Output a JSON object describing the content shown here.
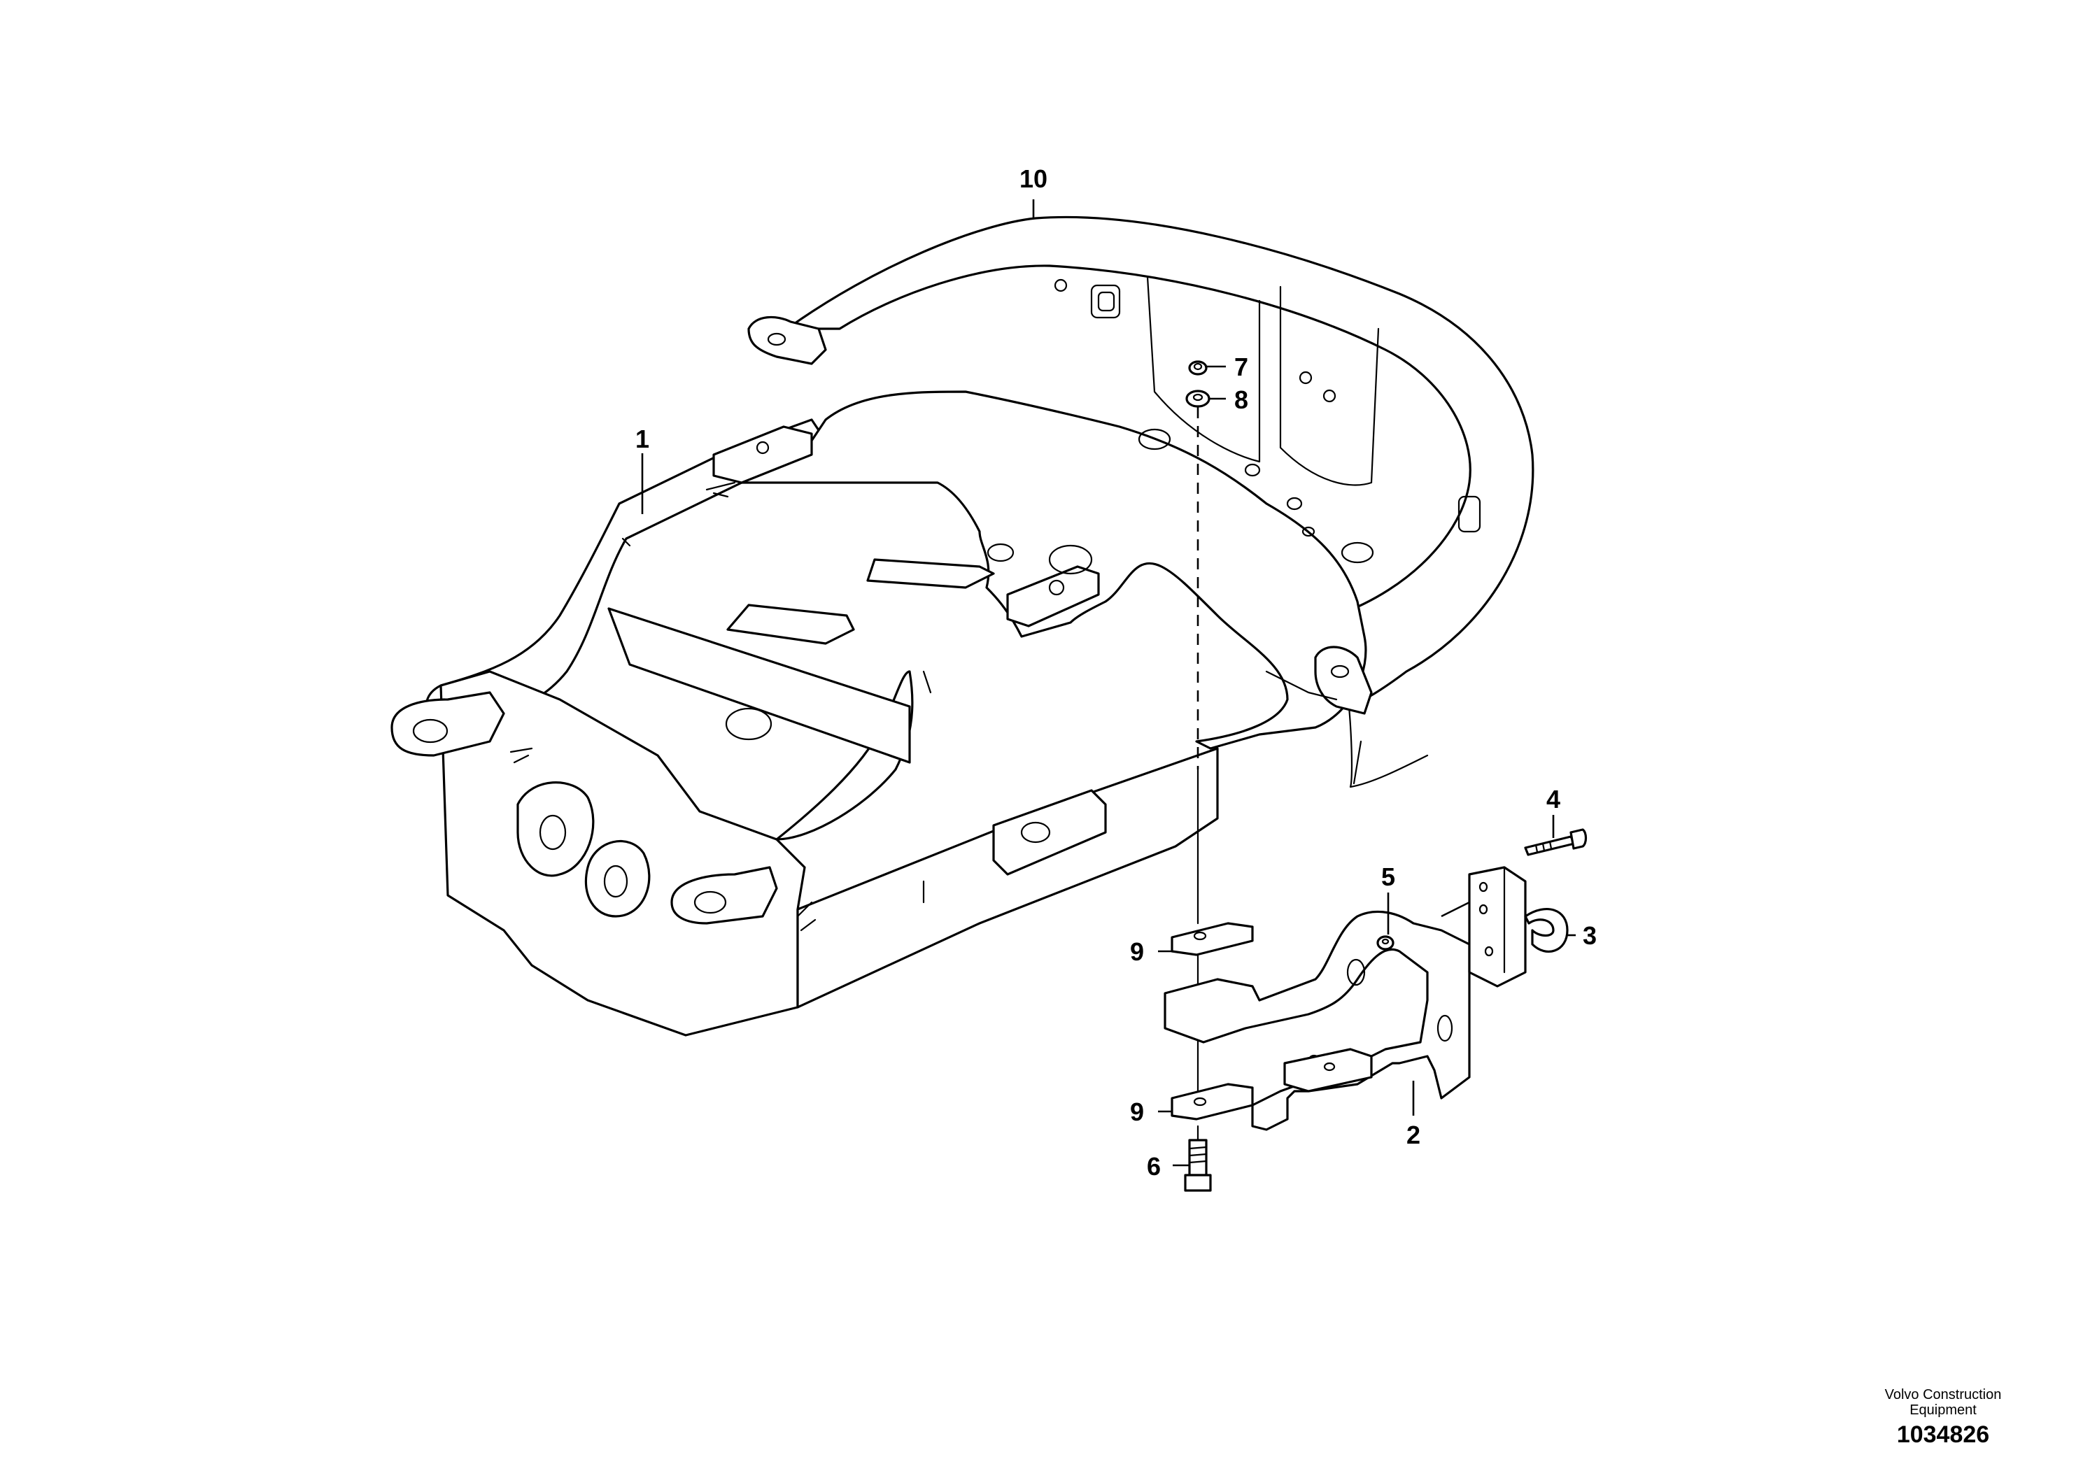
{
  "callouts": [
    {
      "id": "1",
      "label": "1"
    },
    {
      "id": "2",
      "label": "2"
    },
    {
      "id": "3",
      "label": "3"
    },
    {
      "id": "4",
      "label": "4"
    },
    {
      "id": "5",
      "label": "5"
    },
    {
      "id": "6",
      "label": "6"
    },
    {
      "id": "7",
      "label": "7"
    },
    {
      "id": "8",
      "label": "8"
    },
    {
      "id": "9a",
      "label": "9"
    },
    {
      "id": "9b",
      "label": "9"
    },
    {
      "id": "10",
      "label": "10"
    }
  ],
  "caption": {
    "line1": "Volvo Construction",
    "line2": "Equipment",
    "figure_number": "1034826"
  }
}
